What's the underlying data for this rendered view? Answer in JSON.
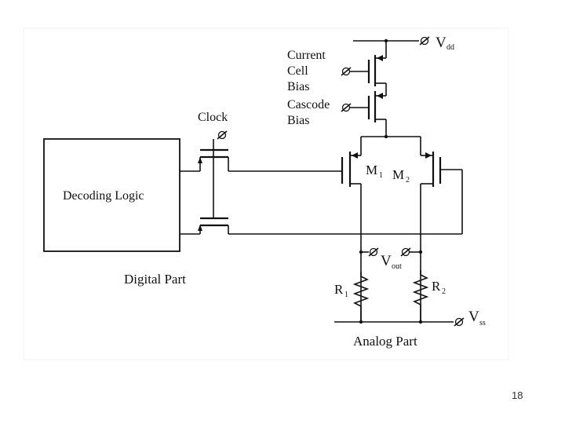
{
  "diagram": {
    "labels": {
      "vdd": "V",
      "vdd_sub": "dd",
      "current_cell_bias": [
        "Current",
        "Cell",
        "Bias"
      ],
      "cascode_bias": [
        "Cascode",
        "Bias"
      ],
      "clock": "Clock",
      "decoding_logic": "Decoding Logic",
      "m1": "M",
      "m1_sub": "1",
      "m2": "M",
      "m2_sub": "2",
      "vout": "V",
      "vout_sub": "out",
      "r1": "R",
      "r1_sub": "1",
      "r2": "R",
      "r2_sub": "2",
      "vss": "V",
      "vss_sub": "ss",
      "digital_part": "Digital Part",
      "analog_part": "Analog Part"
    }
  },
  "footer": {
    "slide_number": "18"
  },
  "colors": {
    "ink": "#111111",
    "background": "#ffffff",
    "panel": "#ffffff"
  }
}
